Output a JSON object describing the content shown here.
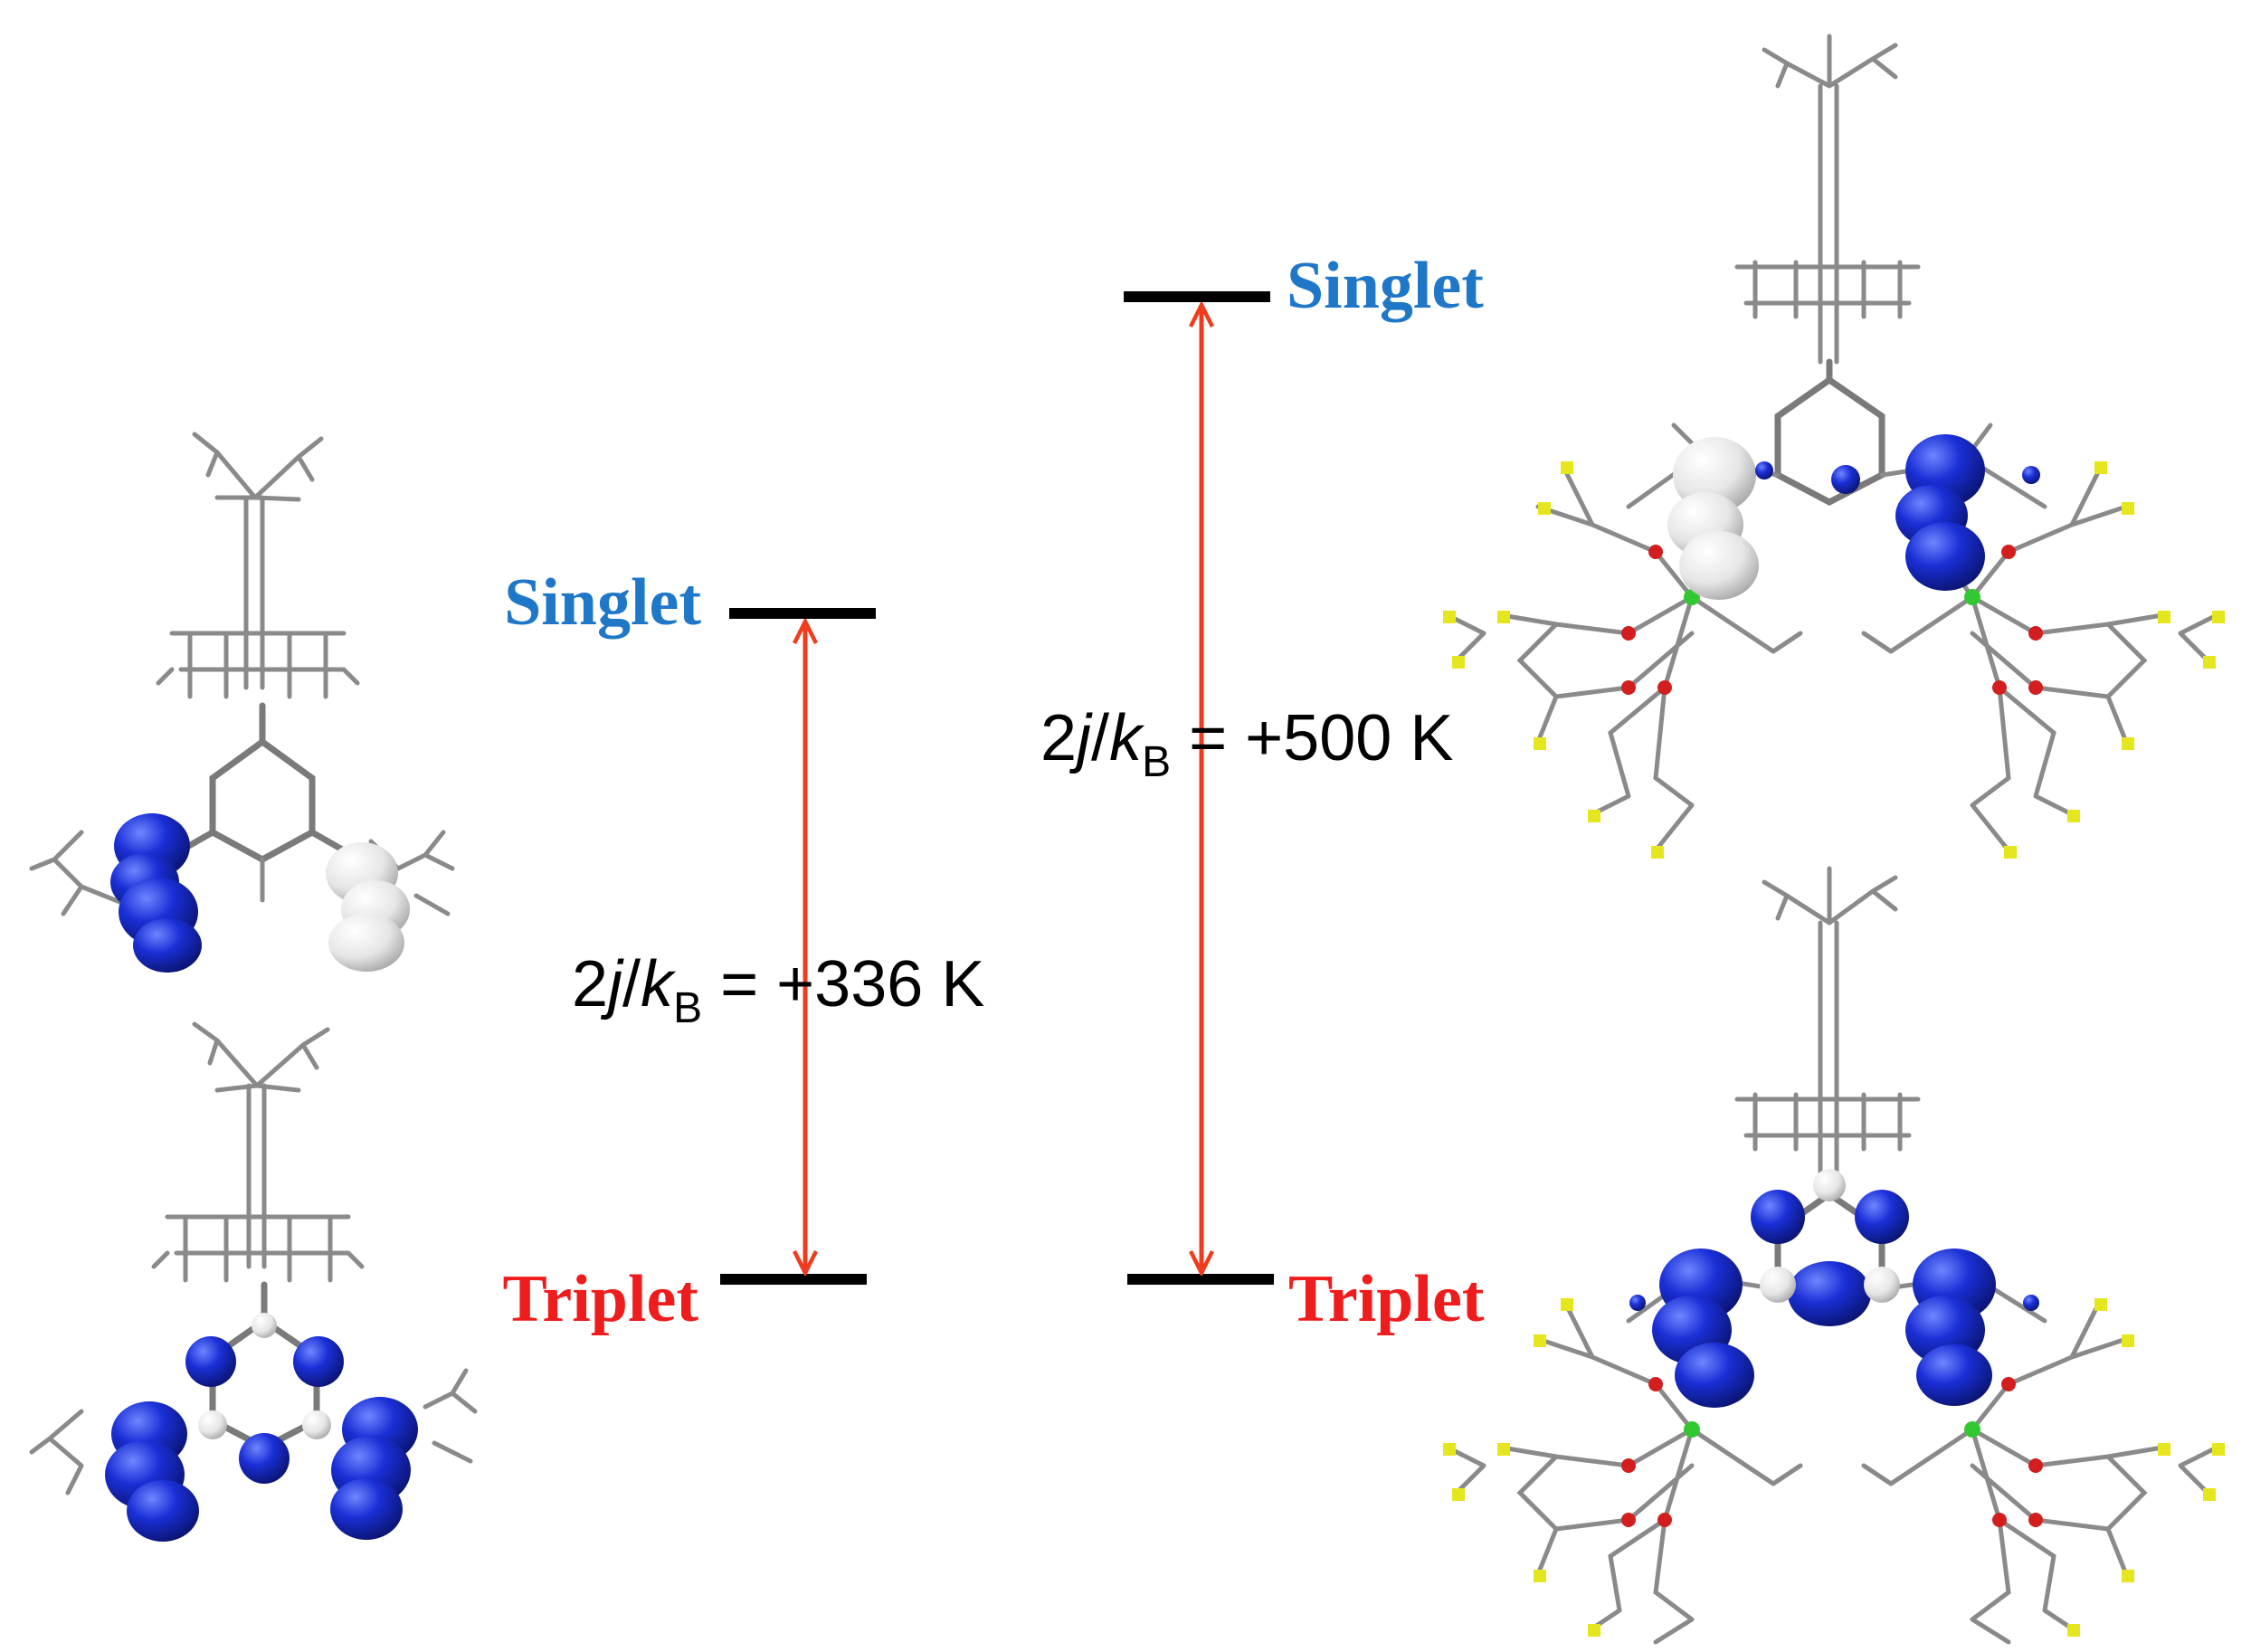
{
  "colors": {
    "singlet": "#1f77c8",
    "triplet": "#ee1c1c",
    "arrow": "#f03c1e",
    "level": "#000000",
    "spin_alpha": "#1a2fd6",
    "spin_beta": "#e8e8e8",
    "fluorine": "#e6e61e",
    "oxygen": "#d21e1e",
    "metal": "#32c832",
    "bond": "#7a7a7a"
  },
  "left_diagram": {
    "singlet_label": "Singlet",
    "triplet_label": "Triplet",
    "coupling": {
      "prefix": "2",
      "j": "j",
      "slash": "/",
      "k": "k",
      "sub": "B",
      "value": " = +336 K"
    }
  },
  "right_diagram": {
    "singlet_label": "Singlet",
    "triplet_label": "Triplet",
    "coupling": {
      "prefix": "2",
      "j": "j",
      "slash": "/",
      "k": "k",
      "sub": "B",
      "value": " = +500 K"
    }
  },
  "structures": [
    {
      "name": "free-ligand-singlet-spin-density",
      "icon": "molecule-icon"
    },
    {
      "name": "free-ligand-triplet-spin-density",
      "icon": "molecule-icon"
    },
    {
      "name": "complex-singlet-spin-density",
      "icon": "molecule-icon"
    },
    {
      "name": "complex-triplet-spin-density",
      "icon": "molecule-icon"
    }
  ]
}
